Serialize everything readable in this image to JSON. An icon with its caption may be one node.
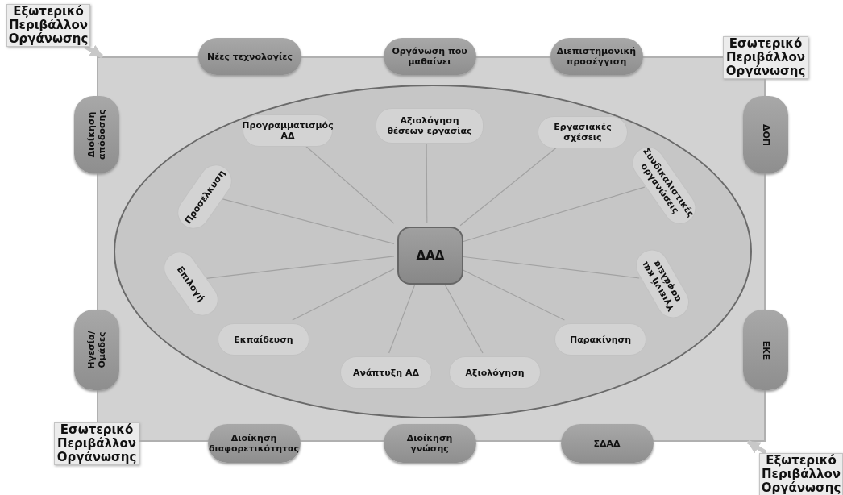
{
  "diagram": {
    "nodes": [
      {
        "text": [
          "Εξωτερικό Περιβάλλον Οργάνωσης"
        ]
      },
      {
        "text": [],
        "shape": "box"
      },
      {
        "text": [
          "Νέες τεχνολογίες"
        ]
      },
      {
        "text": [
          "Οργάνωση που μαθαίνει"
        ]
      },
      {
        "text": [
          "Διεπιστημονική προσέγγιση"
        ]
      },
      {
        "text": [
          "Εσωτερικό Περιβάλλον Οργάνωσης"
        ]
      },
      {
        "text": [
          "Διοίκηση απόδοσης"
        ]
      },
      {
        "text": [
          "ΔΟΠ"
        ]
      },
      {
        "text": [],
        "shape": "ellipse",
        "in": 1
      },
      {
        "text": [
          "Προγραμματισμός ΑΔ"
        ],
        "in": 8
      },
      {
        "text": [
          "Αξιολόγηση θέσεων εργασίας"
        ],
        "in": 8
      },
      {
        "text": [
          "Εργασιακές σχέσεις"
        ],
        "in": 8
      },
      {
        "text": [
          "Προσέλκυση"
        ],
        "in": 8
      },
      {
        "text": [
          "Συνδικαλιστικές οργανώσεις"
        ],
        "in": 8
      },
      {
        "text": [
          "ΔΑΔ"
        ],
        "in": 8
      },
      {
        "text": [
          "Επιλογή"
        ],
        "in": 8
      },
      {
        "text": [
          "Υγιεινή και ασφάλεια"
        ],
        "in": 8
      },
      {
        "text": [
          "Ηγεσία/Ομάδες"
        ]
      },
      {
        "text": [
          "Εκπαίδευση"
        ],
        "in": 8
      },
      {
        "text": [
          "Παρακίνηση"
        ],
        "in": 8
      },
      {
        "text": [
          "ΕΚΕ"
        ]
      },
      {
        "text": [
          "Ανάπτυξη ΑΔ"
        ],
        "in": 8
      },
      {
        "text": [
          "Αξιολόγηση"
        ],
        "in": 8
      },
      {
        "text": [
          "Εσωτερικό Περιβάλλον Οργάνωσης"
        ]
      },
      {
        "text": [
          "Διοίκηση διαφορετικότητας"
        ]
      },
      {
        "text": [
          "Διοίκηση γνώσης"
        ]
      },
      {
        "text": [
          "ΣΔΑΔ"
        ]
      },
      {
        "text": [
          "Εξωτερικό Περιβάλλον Οργάνωσης"
        ]
      }
    ],
    "edges": [
      {
        "from": 0,
        "to": 1,
        "arrow": "to",
        "style": "thick",
        "color": "#c8c8c8"
      },
      {
        "from": 27,
        "to": 1,
        "arrow": "to",
        "style": "thick",
        "color": "#c8c8c8"
      },
      {
        "from": 14,
        "to": 9,
        "arrow": "none"
      },
      {
        "from": 14,
        "to": 10,
        "arrow": "none"
      },
      {
        "from": 14,
        "to": 11,
        "arrow": "none"
      },
      {
        "from": 14,
        "to": 12,
        "arrow": "none"
      },
      {
        "from": 14,
        "to": 13,
        "arrow": "none"
      },
      {
        "from": 14,
        "to": 15,
        "arrow": "none"
      },
      {
        "from": 14,
        "to": 16,
        "arrow": "none"
      },
      {
        "from": 14,
        "to": 18,
        "arrow": "none"
      },
      {
        "from": 14,
        "to": 19,
        "arrow": "none"
      },
      {
        "from": 14,
        "to": 21,
        "arrow": "none"
      },
      {
        "from": 14,
        "to": 22,
        "arrow": "none"
      }
    ]
  }
}
